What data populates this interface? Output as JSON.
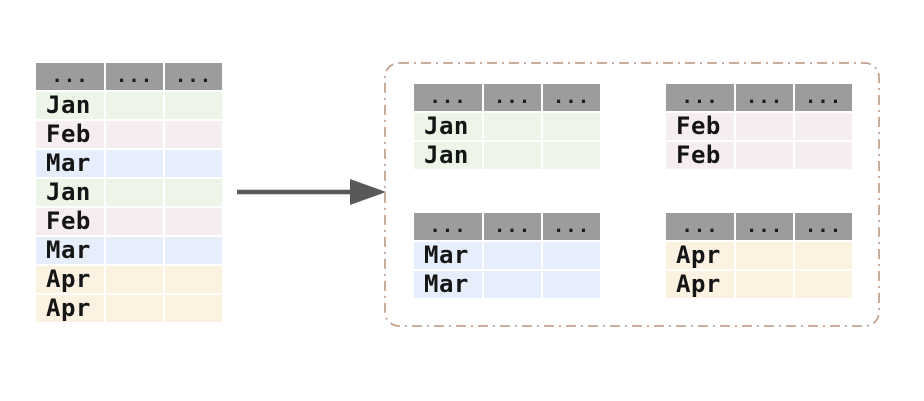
{
  "colors": {
    "header_gray": "#9c9c9c",
    "jan_green": "#edf5e8",
    "feb_pink": "#f5edf0",
    "mar_blue": "#e7eefb",
    "apr_cream": "#fbf2e1",
    "arrow_gray": "#59595b",
    "group_box_border_tan": "#c4a391",
    "text": "#151515"
  },
  "source_table": {
    "header": [
      "...",
      "...",
      "..."
    ],
    "rows": [
      {
        "label": "Jan",
        "color": "#edf5e8"
      },
      {
        "label": "Feb",
        "color": "#f5edf0"
      },
      {
        "label": "Mar",
        "color": "#e7eefb"
      },
      {
        "label": "Jan",
        "color": "#edf5e8"
      },
      {
        "label": "Feb",
        "color": "#f5edf0"
      },
      {
        "label": "Mar",
        "color": "#e7eefb"
      },
      {
        "label": "Apr",
        "color": "#fbf2e1"
      },
      {
        "label": "Apr",
        "color": "#fbf2e1"
      }
    ]
  },
  "groups": [
    {
      "name": "jan-group",
      "header": [
        "...",
        "...",
        "..."
      ],
      "rows": [
        {
          "label": "Jan"
        },
        {
          "label": "Jan"
        }
      ],
      "color": "#edf5e8"
    },
    {
      "name": "feb-group",
      "header": [
        "...",
        "...",
        "..."
      ],
      "rows": [
        {
          "label": "Feb"
        },
        {
          "label": "Feb"
        }
      ],
      "color": "#f5edf0"
    },
    {
      "name": "mar-group",
      "header": [
        "...",
        "...",
        "..."
      ],
      "rows": [
        {
          "label": "Mar"
        },
        {
          "label": "Mar"
        }
      ],
      "color": "#e7eefb"
    },
    {
      "name": "apr-group",
      "header": [
        "...",
        "...",
        "..."
      ],
      "rows": [
        {
          "label": "Apr"
        },
        {
          "label": "Apr"
        }
      ],
      "color": "#fbf2e1"
    }
  ]
}
